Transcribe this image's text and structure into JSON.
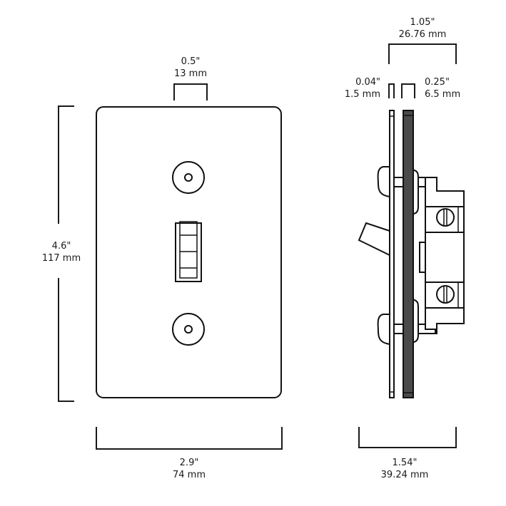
{
  "diagram": {
    "title": "Toggle switch plate dimensions",
    "colors": {
      "line": "#1a1a1a",
      "gasket": "#4a4a4a",
      "background": "#ffffff"
    },
    "front_view": {
      "toggle_width": {
        "inches": "0.5\"",
        "mm": "13 mm"
      },
      "height": {
        "inches": "4.6\"",
        "mm": "117 mm"
      },
      "width": {
        "inches": "2.9\"",
        "mm": "74 mm"
      }
    },
    "side_view": {
      "overall_depth_top": {
        "inches": "1.05\"",
        "mm": "26.76 mm"
      },
      "plate_thickness": {
        "inches": "0.04\"",
        "mm": "1.5 mm"
      },
      "gasket_thickness": {
        "inches": "0.25\"",
        "mm": "6.5 mm"
      },
      "total_depth": {
        "inches": "1.54\"",
        "mm": "39.24 mm"
      }
    }
  }
}
